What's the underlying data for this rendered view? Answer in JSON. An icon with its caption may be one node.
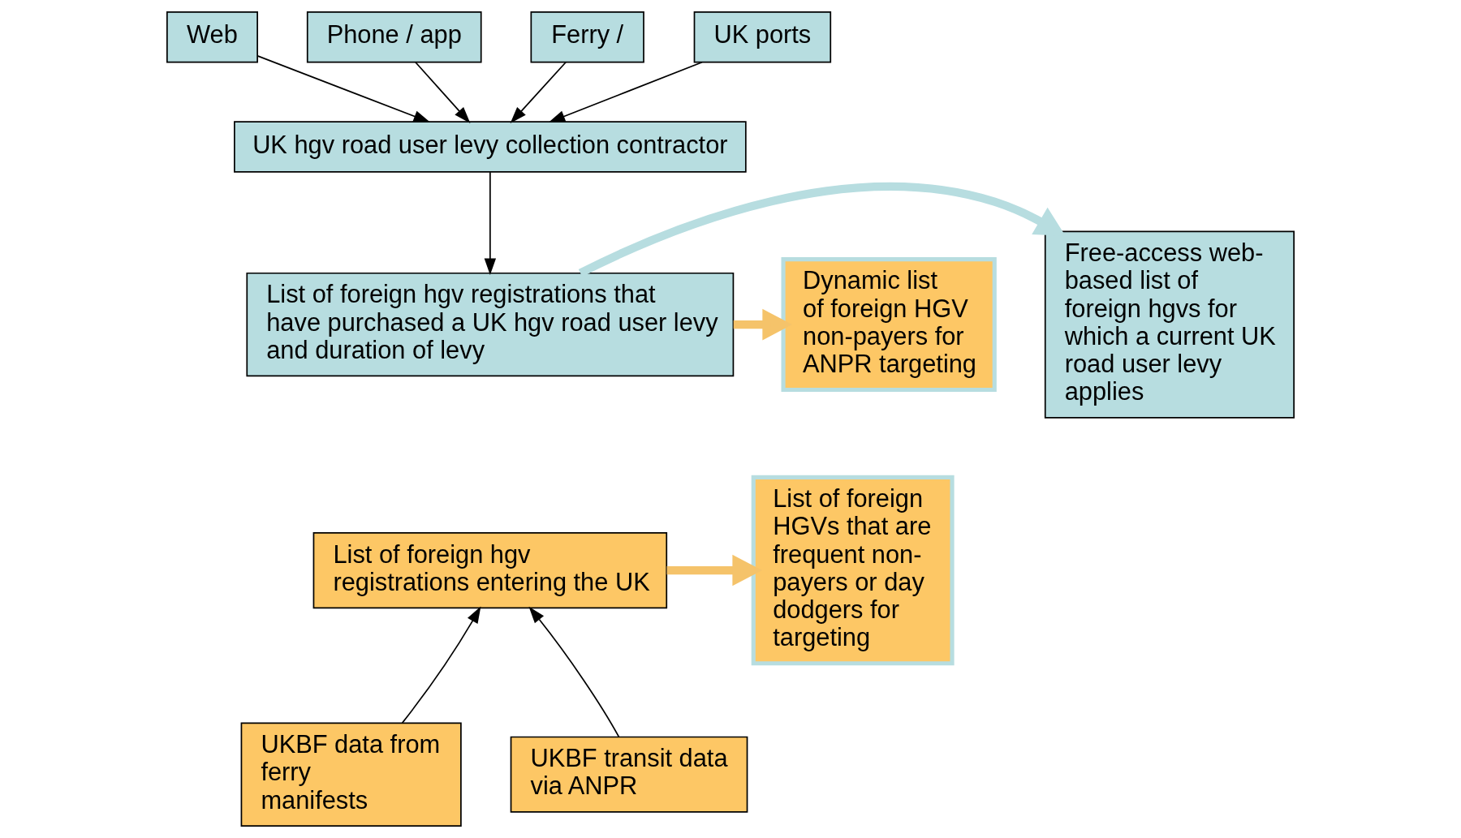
{
  "diagram": {
    "nodes": [
      {
        "text": [
          "Web"
        ]
      },
      {
        "text": [
          "Phone / app"
        ]
      },
      {
        "text": [
          "Ferry /"
        ]
      },
      {
        "text": [
          "UK ports"
        ]
      },
      {
        "text": [
          "UK hgv road user levy collection contractor"
        ]
      },
      {
        "text": [
          "List of foreign hgv registrations that have purchased a UK hgv road user levy and duration of levy"
        ]
      },
      {
        "text": [
          "List of foreign hgv registrations entering the UK"
        ]
      },
      {
        "text": [
          "Free-access web-based list of foreign hgvs for which a current UK road user levy applies"
        ]
      },
      {
        "text": [
          "Dynamic list of foreign HGV non-payers for ANPR targeting"
        ]
      },
      {
        "text": [
          "List of foreign HGVs that are frequent non-payers or day dodgers for targeting"
        ]
      },
      {
        "text": [
          "UKBF data from ferry manifests"
        ]
      },
      {
        "text": [
          "UKBF transit data via ANPR"
        ]
      }
    ],
    "edges": [
      {
        "from": 0,
        "to": 4,
        "arrow": "to"
      },
      {
        "from": 1,
        "to": 4,
        "arrow": "to"
      },
      {
        "from": 2,
        "to": 4,
        "arrow": "to"
      },
      {
        "from": 3,
        "to": 4,
        "arrow": "to"
      },
      {
        "from": 4,
        "to": 5,
        "arrow": "to"
      },
      {
        "from": 5,
        "to": 7,
        "arrow": "to",
        "style": "thick",
        "color": "#b7dde0"
      },
      {
        "from": 5,
        "to": 8,
        "arrow": "to",
        "style": "thick",
        "color": "#f5c36a"
      },
      {
        "from": 6,
        "to": 9,
        "arrow": "to",
        "style": "thick",
        "color": "#f5c36a"
      },
      {
        "from": 10,
        "to": 6,
        "arrow": "to"
      },
      {
        "from": 11,
        "to": 6,
        "arrow": "to"
      }
    ]
  }
}
